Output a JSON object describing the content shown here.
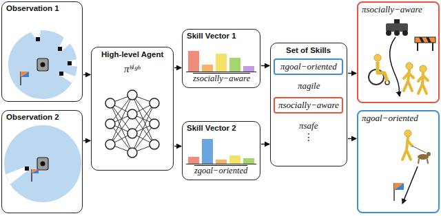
{
  "diagram": {
    "nodes": [
      {
        "text": [
          "Observation 1"
        ]
      },
      {
        "text": [
          "Observation 2"
        ]
      },
      {
        "text": [
          "High-level Agent",
          "πʰⁱᵍʰ"
        ]
      },
      {
        "text": [
          "Skill Vector 1",
          "zsocially−aware"
        ]
      },
      {
        "text": [
          "Skill Vector 2",
          "zgoal−oriented"
        ]
      },
      {
        "text": [
          "Set of Skills"
        ]
      },
      {
        "text": [
          "πgoal−oriented"
        ],
        "in": 5
      },
      {
        "text": [
          "πsocially−aware"
        ],
        "in": 5
      },
      {
        "text": [
          "πsocially−aware"
        ]
      },
      {
        "text": [
          "πgoal−oriented"
        ]
      }
    ],
    "edges": [
      {
        "from": 0,
        "to": 2,
        "arrow": "to"
      },
      {
        "from": 1,
        "to": 2,
        "arrow": "to"
      },
      {
        "from": 2,
        "to": 3,
        "arrow": "to"
      },
      {
        "from": 2,
        "to": 4,
        "arrow": "to"
      },
      {
        "from": 3,
        "to": 5,
        "arrow": "to"
      },
      {
        "from": 4,
        "to": 5,
        "arrow": "to"
      },
      {
        "from": 5,
        "to": 8,
        "arrow": "to"
      },
      {
        "from": 5,
        "to": 9,
        "arrow": "to"
      }
    ],
    "labels": [
      "πagile",
      "πsafe",
      "⋮"
    ]
  }
}
